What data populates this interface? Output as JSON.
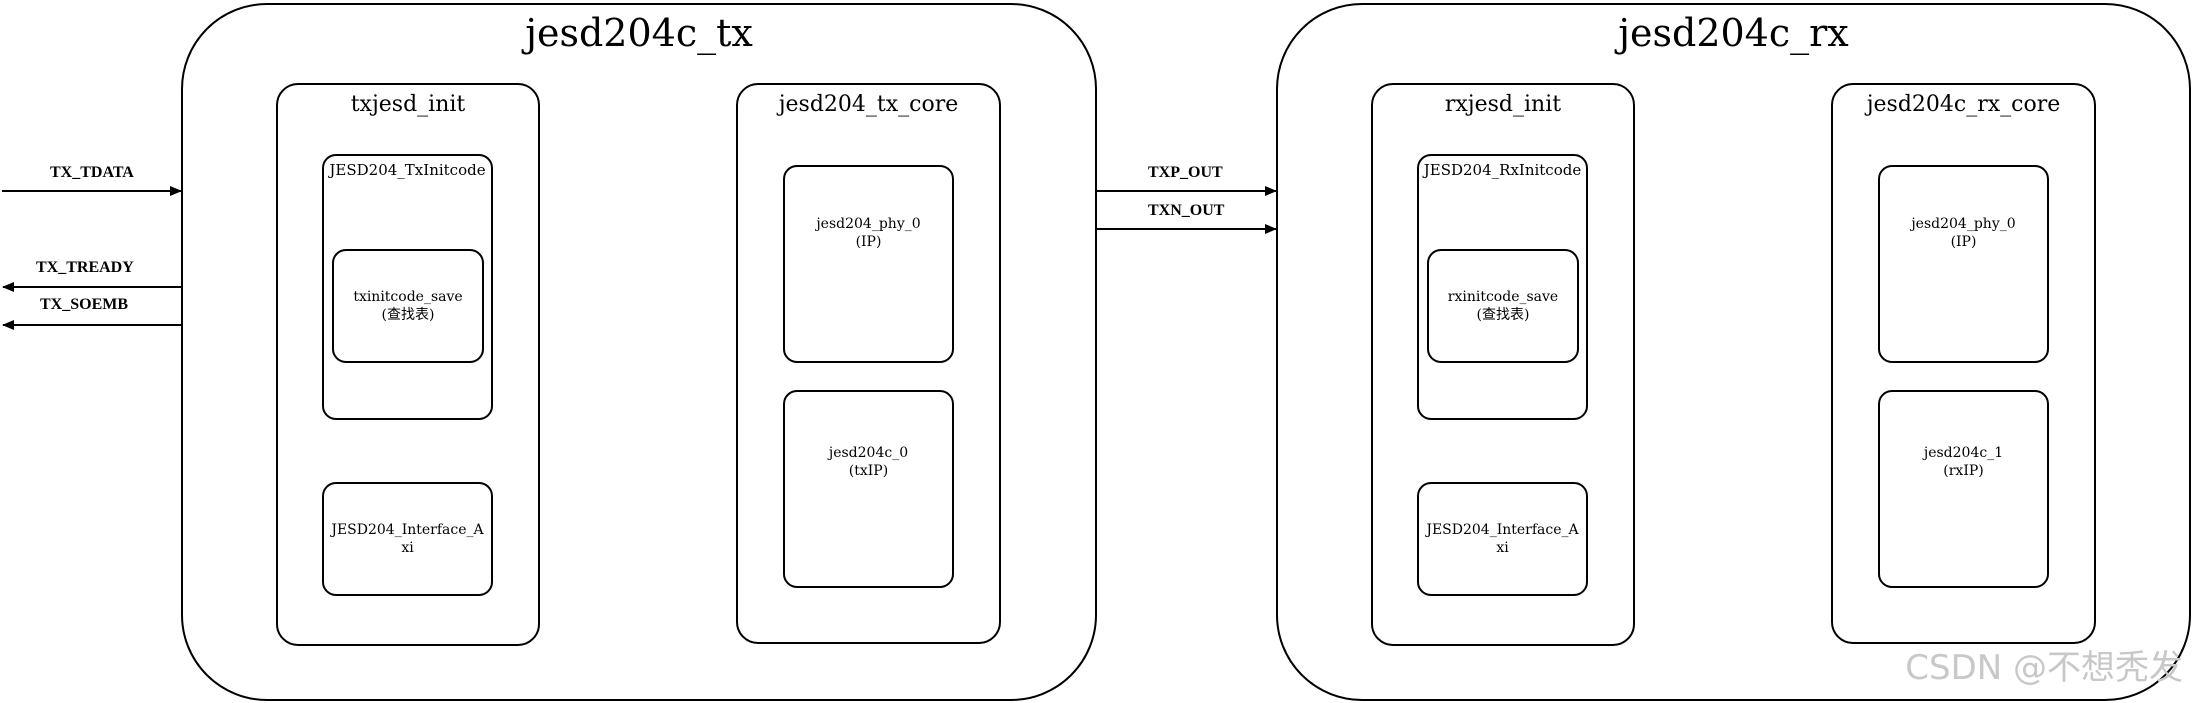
{
  "tx": {
    "title": "jesd204c_tx",
    "init": {
      "title": "txjesd_init",
      "initcode": {
        "title": "JESD204_TxInitcode",
        "save_line1": "txinitcode_save",
        "save_line2": "(查找表)"
      },
      "interface": {
        "line1": "JESD204_Interface_A",
        "line2": "xi"
      }
    },
    "core": {
      "title": "jesd204_tx_core",
      "phy": {
        "line1": "jesd204_phy_0",
        "line2": "(IP)"
      },
      "ip": {
        "line1": "jesd204c_0",
        "line2": "(txIP)"
      }
    }
  },
  "rx": {
    "title": "jesd204c_rx",
    "init": {
      "title": "rxjesd_init",
      "initcode": {
        "title": "JESD204_RxInitcode",
        "save_line1": "rxinitcode_save",
        "save_line2": "(查找表)"
      },
      "interface": {
        "line1": "JESD204_Interface_A",
        "line2": "xi"
      }
    },
    "core": {
      "title": "jesd204c_rx_core",
      "phy": {
        "line1": "jesd204_phy_0",
        "line2": "(IP)"
      },
      "ip": {
        "line1": "jesd204c_1",
        "line2": "(rxIP)"
      }
    }
  },
  "signals": {
    "tx_tdata": "TX_TDATA",
    "tx_tready": "TX_TREADY",
    "tx_soemb": "TX_SOEMB",
    "txp_out": "TXP_OUT",
    "txn_out": "TXN_OUT"
  },
  "watermark": "CSDN @不想秃发"
}
